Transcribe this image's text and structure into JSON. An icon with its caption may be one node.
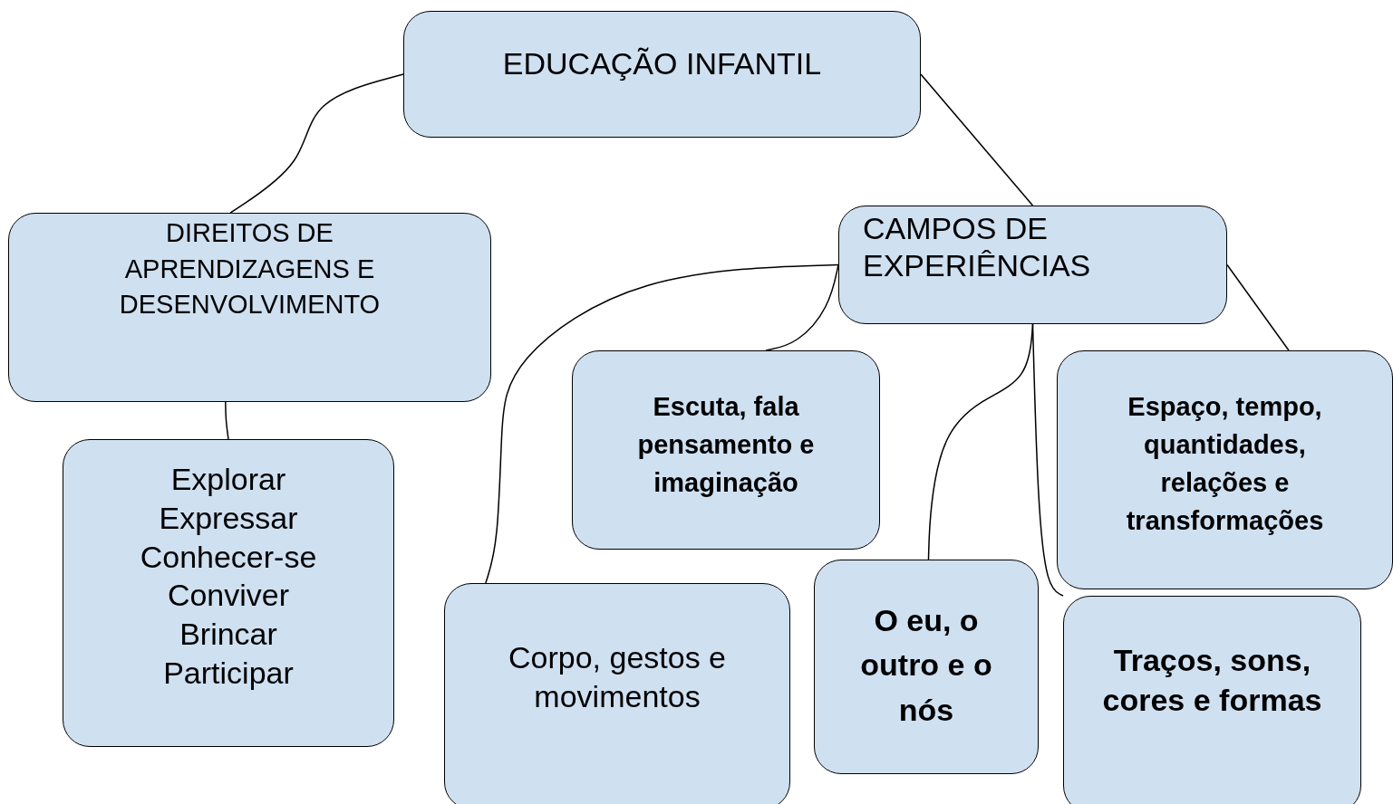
{
  "diagram": {
    "nodes": [
      {
        "text": [
          "EDUCAÇÃO INFANTIL"
        ]
      },
      {
        "text": [
          "DIREITOS DE APRENDIZAGENS E DESENVOLVIMENTO"
        ]
      },
      {
        "text": [
          "CAMPOS DE EXPERIÊNCIAS"
        ]
      },
      {
        "text": [
          "Explorar",
          "Expressar",
          "Conhecer-se",
          "Conviver",
          "Brincar",
          "Participar"
        ]
      },
      {
        "text": [
          "Escuta, fala pensamento e imaginação"
        ]
      },
      {
        "text": [
          "Espaço, tempo, quantidades, relações e transformações"
        ]
      },
      {
        "text": [
          "Corpo, gestos e movimentos"
        ]
      },
      {
        "text": [
          "O eu, o outro e o nós"
        ]
      },
      {
        "text": [
          "Traços, sons, cores e formas"
        ]
      }
    ],
    "edges": [
      {
        "from": 0,
        "to": 1,
        "arrow": "none"
      },
      {
        "from": 0,
        "to": 2,
        "arrow": "none"
      },
      {
        "from": 1,
        "to": 3,
        "arrow": "none"
      },
      {
        "from": 2,
        "to": 6,
        "arrow": "none"
      },
      {
        "from": 2,
        "to": 4,
        "arrow": "none"
      },
      {
        "from": 2,
        "to": 7,
        "arrow": "none"
      },
      {
        "from": 2,
        "to": 8,
        "arrow": "none"
      },
      {
        "from": 2,
        "to": 5,
        "arrow": "none"
      }
    ]
  }
}
